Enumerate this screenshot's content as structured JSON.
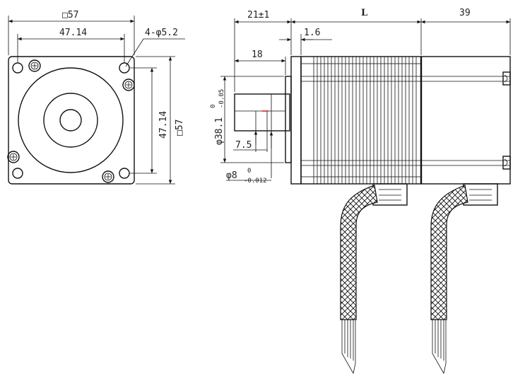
{
  "front_view": {
    "square_size": "□57",
    "hole_spacing_h": "47.14",
    "hole_spec": "4-φ5.2",
    "hole_spacing_v": "47.14",
    "square_size_side": "□57"
  },
  "side_view": {
    "flange_length": "21±1",
    "body_length": "L",
    "rear_length": "39",
    "flange_thickness": "1.6",
    "shaft_length": "18",
    "pilot_diameter": "φ38.1",
    "pilot_tol_upper": "0",
    "pilot_tol_lower": "-0.05",
    "flat_depth": "7.5",
    "shaft_diameter": "φ8",
    "shaft_tol_upper": "0",
    "shaft_tol_lower": "-0.012"
  }
}
